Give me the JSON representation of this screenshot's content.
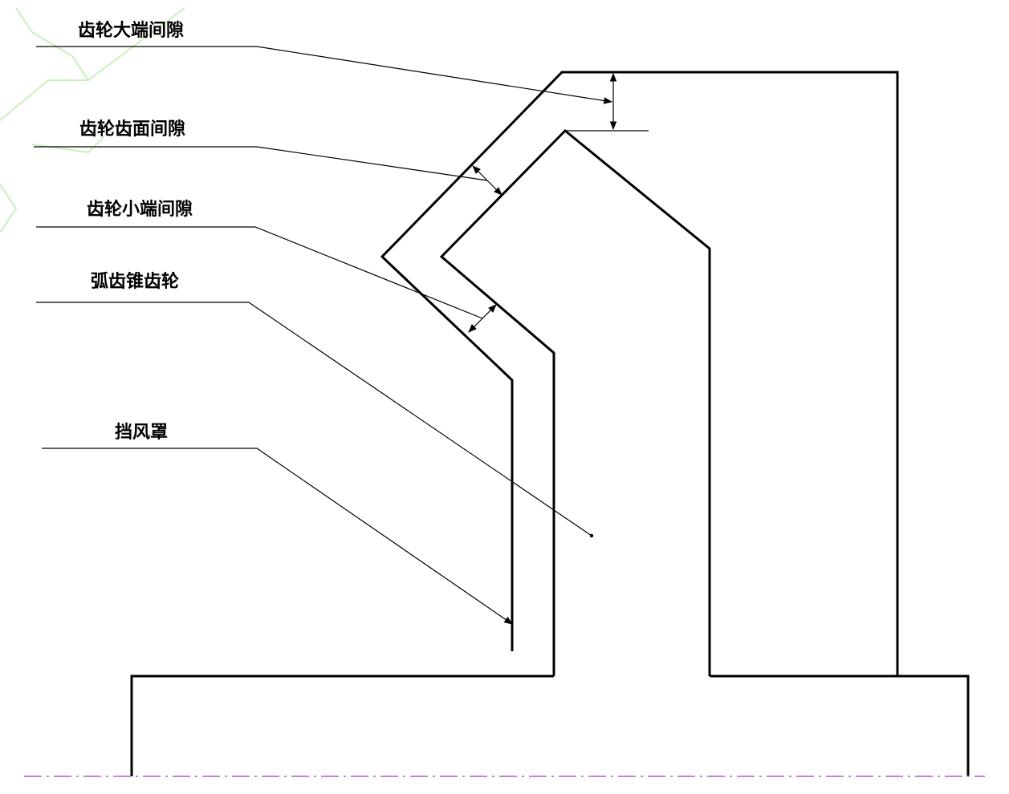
{
  "labels": {
    "large_end_gap": "齿轮大端间隙",
    "tooth_face_gap": "齿轮齿面间隙",
    "small_end_gap": "齿轮小端间隙",
    "spiral_bevel_gear": "弧齿锥齿轮",
    "wind_shield": "挡风罩"
  },
  "colors": {
    "outline": "#000000",
    "centerline": "#d080d0",
    "watermark": "#c8f0b8"
  }
}
